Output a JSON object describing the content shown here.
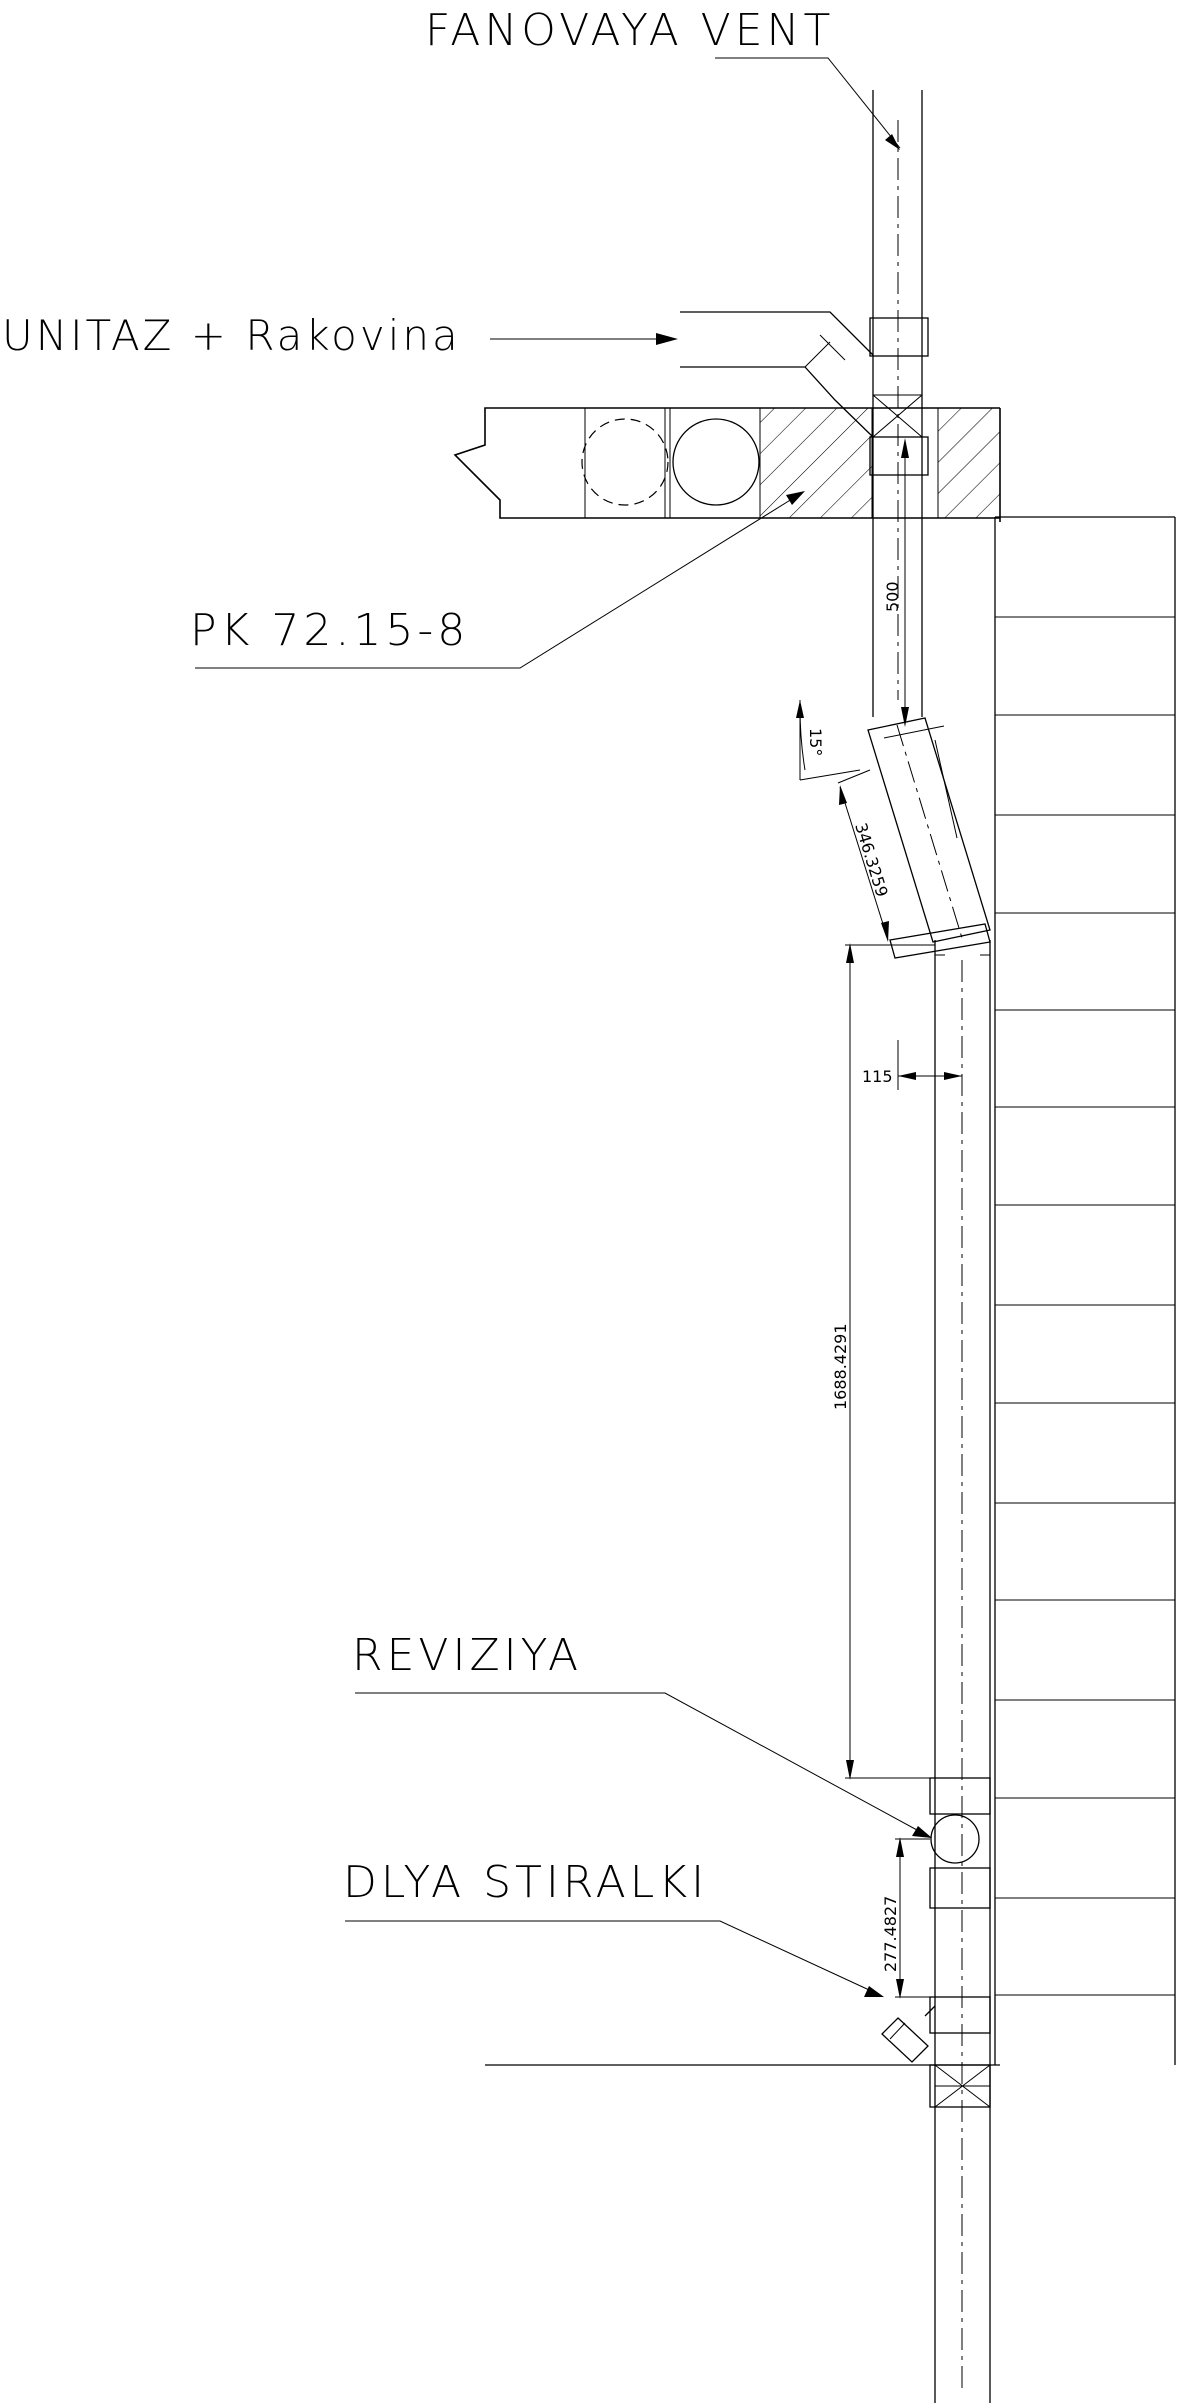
{
  "labels": {
    "vent": "FANOVAYA VENT",
    "toilet_sink": "UNITAZ + Rakovina",
    "slab": "PK 72.15-8",
    "revision": "REVIZIYA",
    "washer": "DLYA STIRALKI"
  },
  "dimensions": {
    "rise": "500",
    "angle": "15°",
    "bend_length": "346.3259",
    "offset": "115",
    "drop_length": "1688.4291",
    "lower_length": "277.4827"
  }
}
